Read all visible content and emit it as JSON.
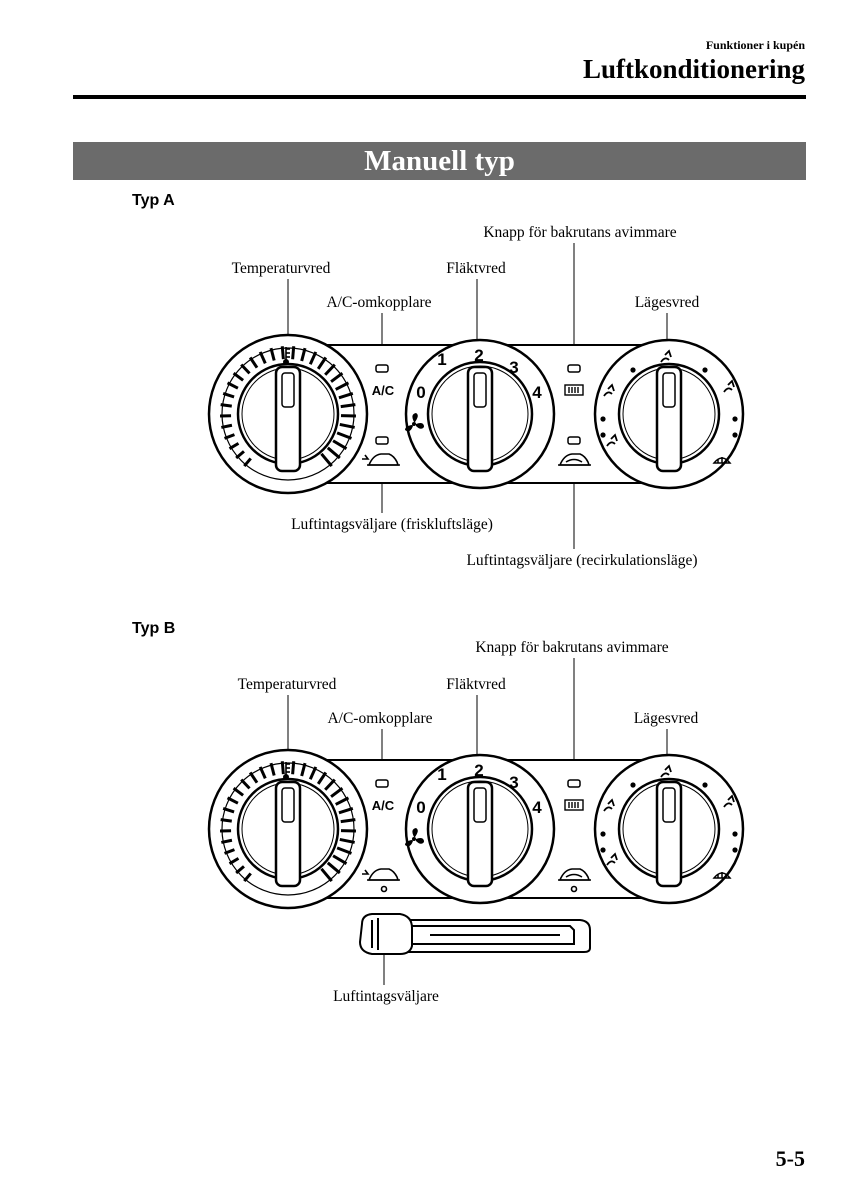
{
  "header": {
    "section": "Funktioner i kupén",
    "title": "Luftkonditionering"
  },
  "banner_title": "Manuell typ",
  "type_a": {
    "label": "Typ A",
    "callouts": {
      "rear_defroster": "Knapp för bakrutans avimmare",
      "temperature": "Temperaturvred",
      "fan": "Fläktvred",
      "ac_switch": "A/C-omkopplare",
      "mode": "Lägesvred",
      "intake_fresh": "Luftintagsväljare (friskluftsläge)",
      "intake_recirc": "Luftintagsväljare (recirkulationsläge)"
    },
    "fan_speeds": [
      "0",
      "1",
      "2",
      "3",
      "4"
    ],
    "ac_text": "A/C"
  },
  "type_b": {
    "label": "Typ B",
    "callouts": {
      "rear_defroster": "Knapp för bakrutans avimmare",
      "temperature": "Temperaturvred",
      "fan": "Fläktvred",
      "ac_switch": "A/C-omkopplare",
      "mode": "Lägesvred",
      "intake_lever": "Luftintagsväljare"
    },
    "fan_speeds": [
      "0",
      "1",
      "2",
      "3",
      "4"
    ],
    "ac_text": "A/C"
  },
  "icons": [
    "thermometer-icon",
    "fan-icon",
    "defroster-icon",
    "car-recirculation-icon",
    "vent-face-icon",
    "windshield-defrost-icon"
  ],
  "page_number": "5-5"
}
